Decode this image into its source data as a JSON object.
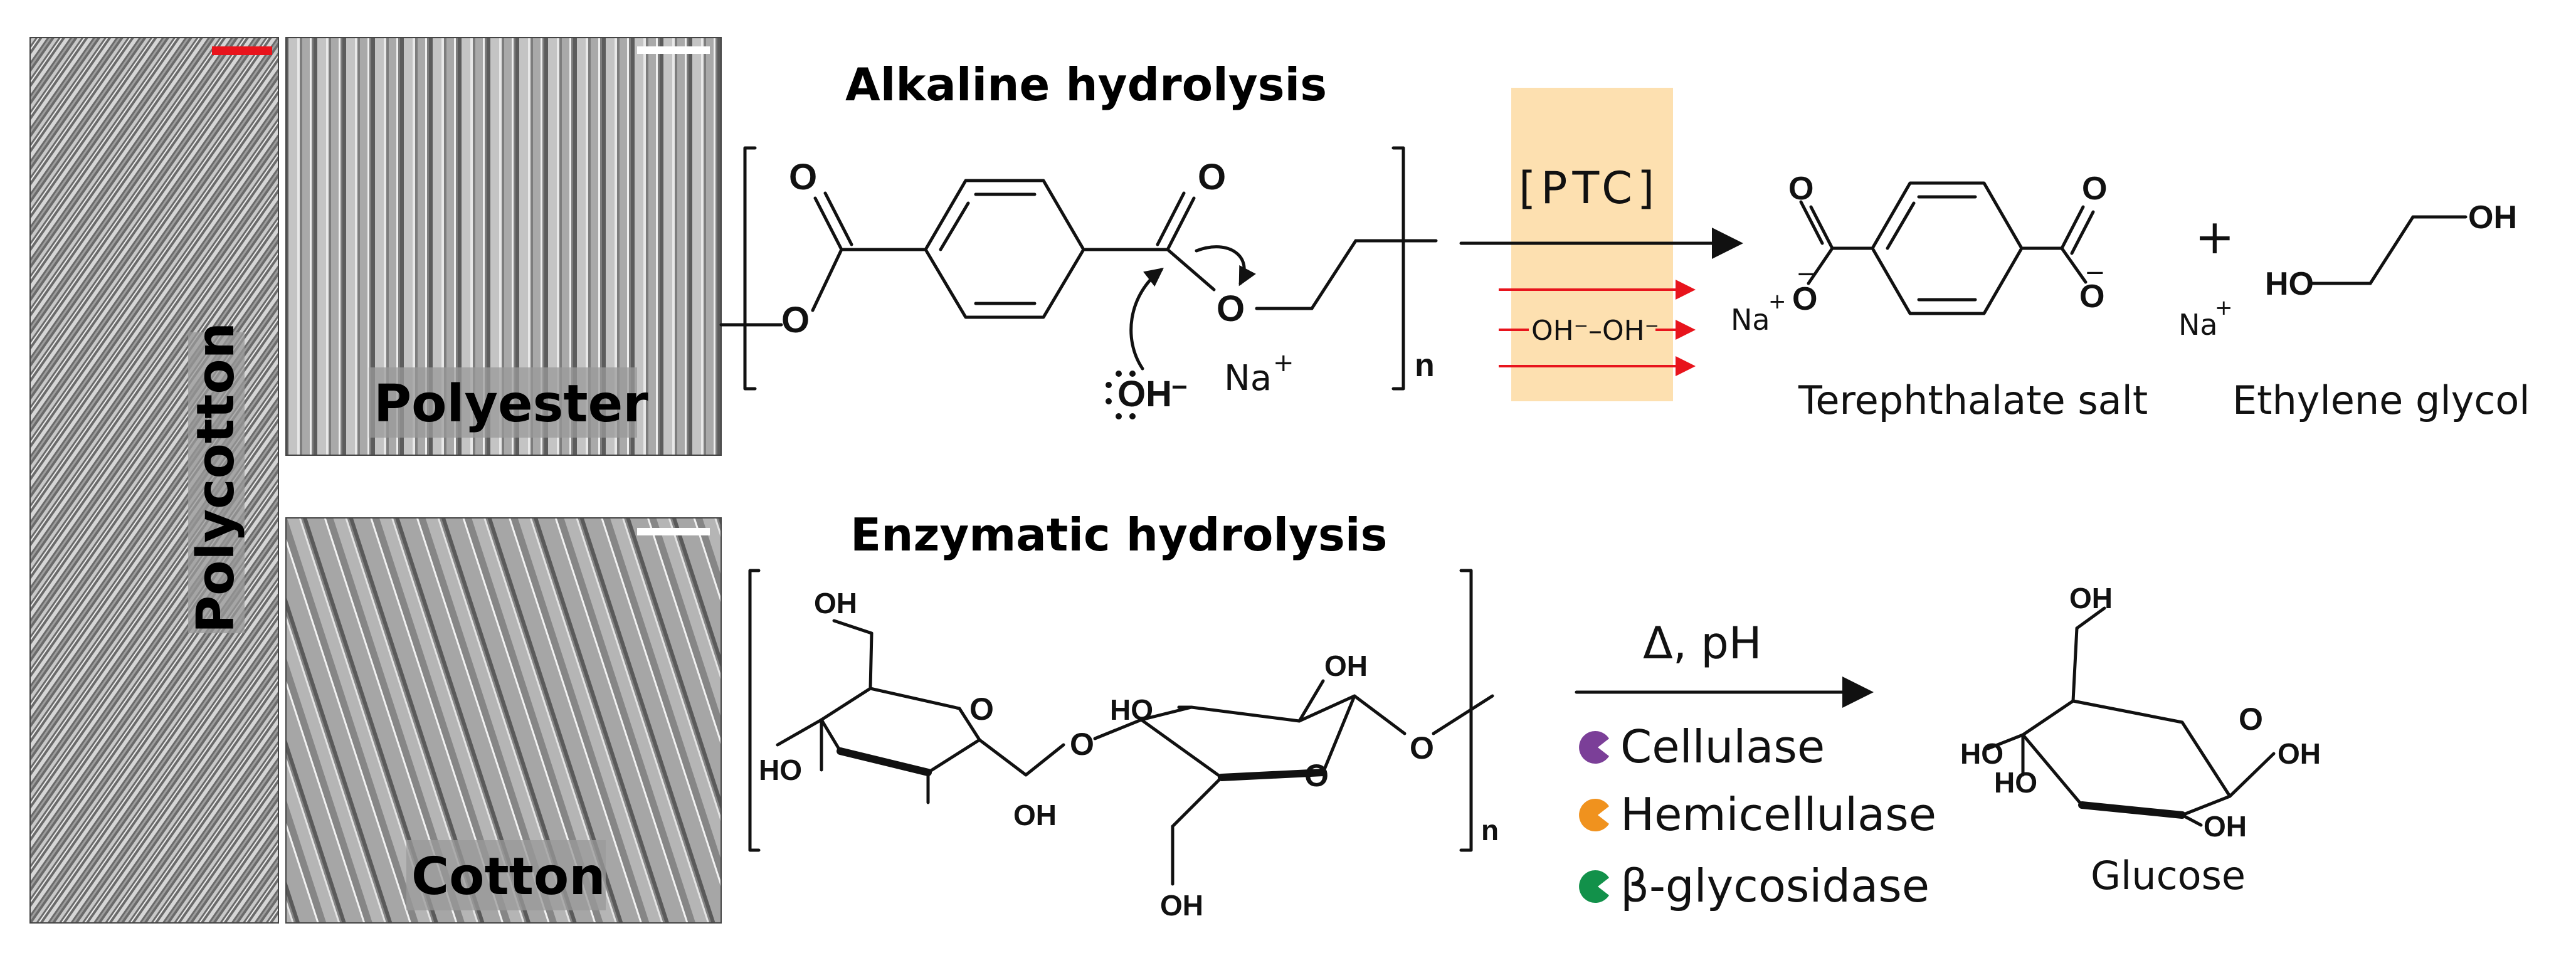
{
  "micrographs": {
    "polycotton_label": "Polycotton",
    "polyester_label": "Polyester",
    "cotton_label": "Cotton",
    "scale_bar_colors": {
      "polycotton": "#e8141c",
      "polyester": "#ffffff",
      "cotton": "#ffffff"
    }
  },
  "alkaline": {
    "title": "Alkaline hydrolysis",
    "catalyst": "[PTC]",
    "catalyst_box_color": "#fde0b0",
    "arrow_color": "#e8141c",
    "hydroxide_pair": "OH⁻–OH⁻",
    "reactant": {
      "carbonyl_o1": "O",
      "carbonyl_o2": "O",
      "ester_o1": "O",
      "ester_o2": "O",
      "repeat_n": "n",
      "nucleophile": "OH",
      "nucleophile_charge": "−",
      "counterion": "Na",
      "counterion_charge": "+"
    },
    "products": {
      "terephthalate": {
        "label": "Terephthalate salt",
        "o_top1": "O",
        "o_top2": "O",
        "o_minus": "O",
        "charge_minus": "−",
        "na": "Na",
        "na_charge": "+"
      },
      "plus": "+",
      "glycol": {
        "label": "Ethylene glycol",
        "ho": "HO",
        "oh": "OH"
      }
    }
  },
  "enzymatic": {
    "title": "Enzymatic hydrolysis",
    "conditions": "Δ, pH",
    "repeat_n": "n",
    "cellulose": {
      "oh_top_left": "OH",
      "ho_left": "HO",
      "oh_bottom_left": "OH",
      "o_ring1": "O",
      "o_link": "O",
      "ho_mid": "HO",
      "oh_top_right": "OH",
      "o_ring2": "O",
      "o_end": "O",
      "oh_bottom": "OH"
    },
    "enzymes": [
      {
        "name": "Cellulase",
        "color": "#7b3f98"
      },
      {
        "name": "Hemicellulase",
        "color": "#f0921e"
      },
      {
        "name": "β-glycosidase",
        "color": "#12914a"
      }
    ],
    "glucose": {
      "label": "Glucose",
      "oh_top": "OH",
      "ho_1": "HO",
      "ho_2": "HO",
      "o_ring": "O",
      "oh_right": "OH",
      "oh_bottom": "OH"
    }
  }
}
